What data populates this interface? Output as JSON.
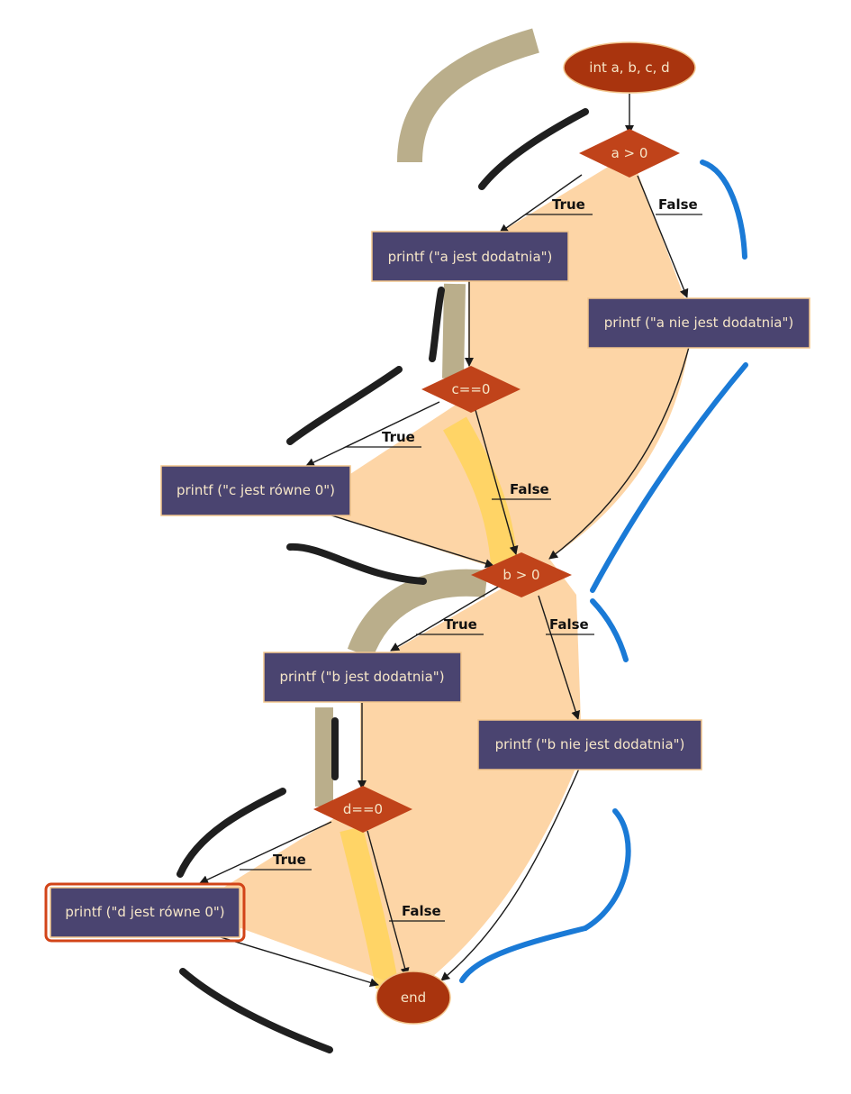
{
  "diagram": {
    "nodes": {
      "start": "int a, b, c, d",
      "cond_a": "a > 0",
      "print_a_pos": "printf (\"a jest dodatnia\")",
      "print_a_neg": "printf (\"a nie jest dodatnia\")",
      "cond_c": "c==0",
      "print_c_zero": "printf (\"c jest równe 0\")",
      "cond_b": "b > 0",
      "print_b_pos": "printf (\"b jest dodatnia\")",
      "print_b_neg": "printf (\"b nie jest dodatnia\")",
      "cond_d": "d==0",
      "print_d_zero": "printf (\"d jest równe 0\")",
      "end": "end"
    },
    "edge_labels": {
      "a_true": "True",
      "a_false": "False",
      "c_true": "True",
      "c_false": "False",
      "b_true": "True",
      "b_false": "False",
      "d_true": "True",
      "d_false": "False"
    },
    "colors": {
      "terminal_fill": "#a9340e",
      "decision_fill": "#c0431a",
      "process_fill": "#4a4470",
      "process_border": "#f2c58c",
      "region_fill": "#fdd5a6",
      "selected_border": "#d24418"
    }
  }
}
